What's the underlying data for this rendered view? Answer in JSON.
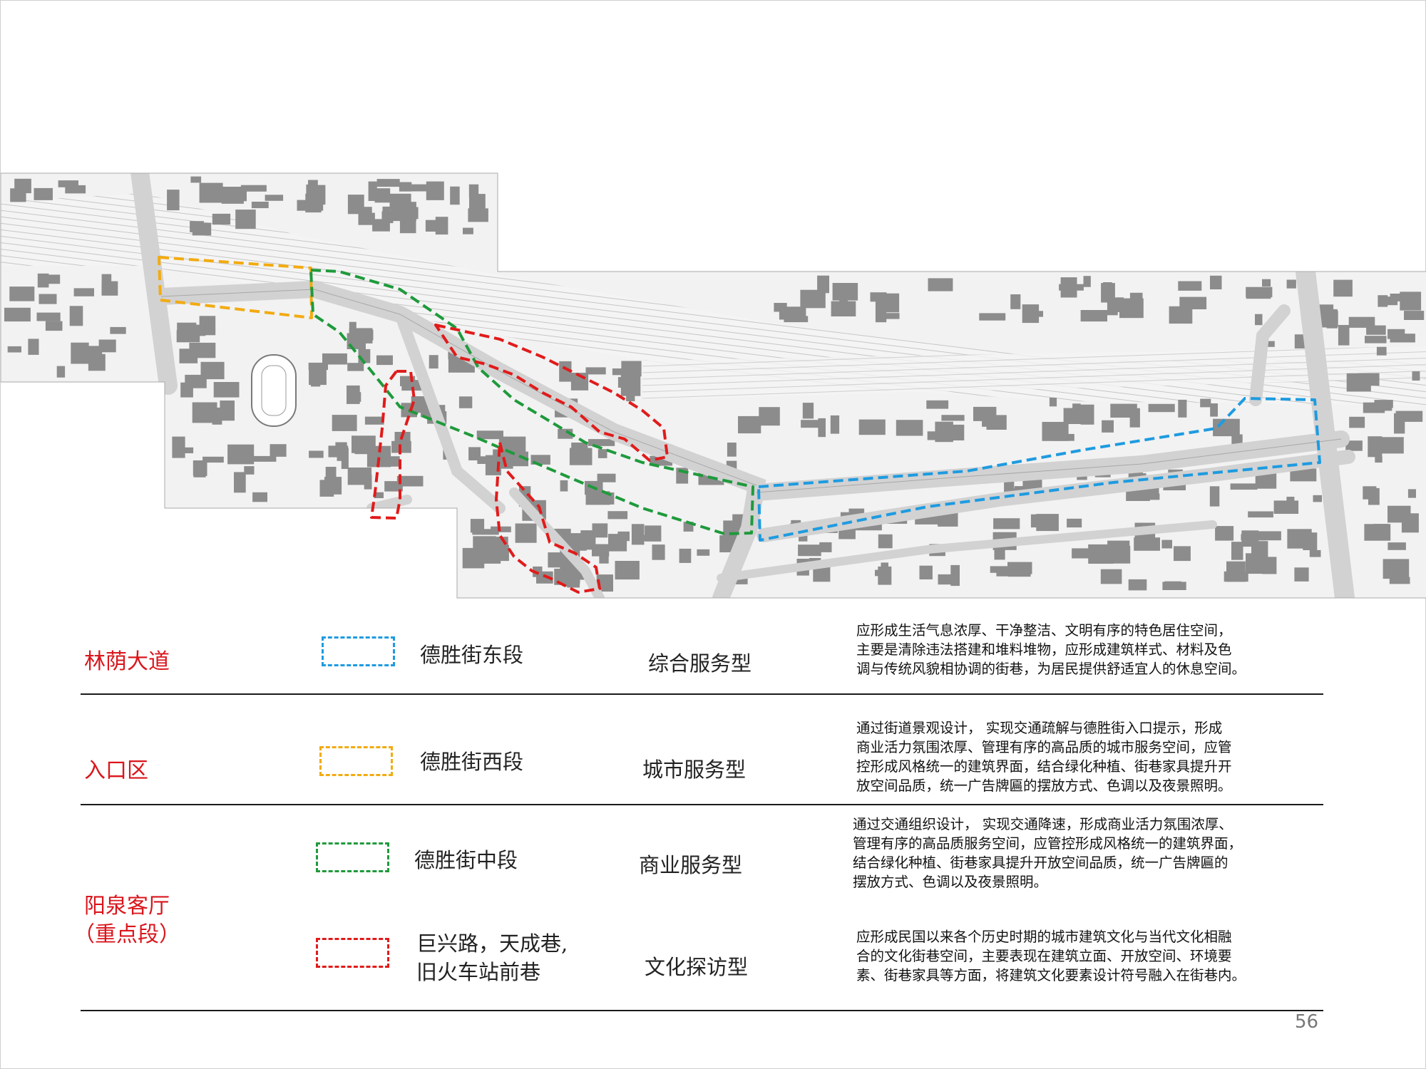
{
  "colors": {
    "east": "#1e9be0",
    "west": "#f2ab11",
    "middle": "#1f9a3c",
    "culture": "#e11b1b",
    "zone_text": "#d9161c",
    "building": "#8c8c8c",
    "road": "#d6d6d6"
  },
  "legend": {
    "zones": {
      "linyin": "林荫大道",
      "entrance": "入口区",
      "parlor_line1": "阳泉客厅",
      "parlor_line2": "（重点段）"
    },
    "rows": [
      {
        "segment": "德胜街东段",
        "type": "综合服务型",
        "desc": [
          "应形成生活气息浓厚、干净整洁、文明有序的特色居住空间，",
          "主要是清除违法搭建和堆料堆物，应形成建筑样式、材料及色",
          "调与传统风貌相协调的街巷，为居民提供舒适宜人的休息空间。"
        ]
      },
      {
        "segment": "德胜街西段",
        "type": "城市服务型",
        "desc": [
          "通过街道景观设计， 实现交通疏解与德胜街入口提示，形成",
          "商业活力氛围浓厚、管理有序的高品质的城市服务空间，应管",
          "控形成风格统一的建筑界面，结合绿化种植、街巷家具提升开",
          "放空间品质，统一广告牌匾的摆放方式、色调以及夜景照明。"
        ]
      },
      {
        "segment": "德胜街中段",
        "type": "商业服务型",
        "desc": [
          "通过交通组织设计， 实现交通降速，形成商业活力氛围浓厚、",
          "管理有序的高品质服务空间，应管控形成风格统一的建筑界面，",
          "结合绿化种植、街巷家具提升开放空间品质，统一广告牌匾的",
          "摆放方式、色调以及夜景照明。"
        ]
      },
      {
        "segment_line1": "巨兴路，天成巷,",
        "segment_line2": "旧火车站前巷",
        "type": "文化探访型",
        "desc": [
          "应形成民国以来各个历史时期的城市建筑文化与当代文化相融",
          "合的文化街巷空间，主要表现在建筑立面、开放空间、环境要",
          "素、街巷家具等方面，将建筑文化要素设计符号融入在街巷内。"
        ]
      }
    ]
  },
  "page_number": "56"
}
